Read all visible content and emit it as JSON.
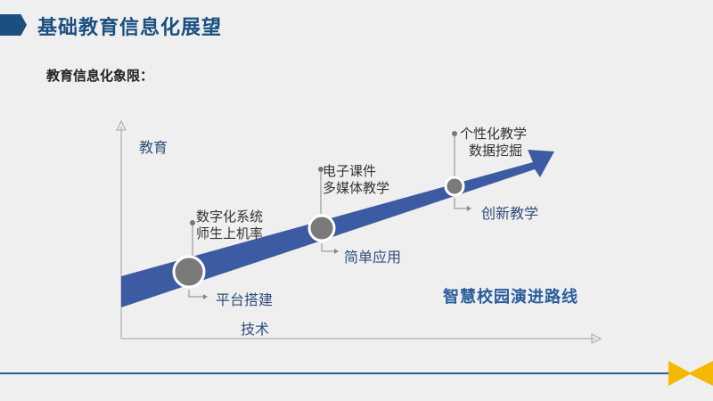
{
  "page": {
    "title": "基础教育信息化展望",
    "subtitle": "教育信息化象限："
  },
  "diagram": {
    "y_axis_label": "教育",
    "x_axis_label": "技术",
    "route_title": "智慧校园演进路线",
    "milestones": [
      {
        "stage": "平台搭建",
        "lines": [
          "数字化系统",
          "师生上机率"
        ]
      },
      {
        "stage": "简单应用",
        "lines": [
          "电子课件",
          "多媒体教学"
        ]
      },
      {
        "stage": "创新教学",
        "lines": [
          "个性化教学",
          "数据挖掘"
        ]
      }
    ]
  },
  "colors": {
    "title": "#1a4f7f",
    "arrow": "#3d5ba3",
    "accent": "#f5b800"
  }
}
